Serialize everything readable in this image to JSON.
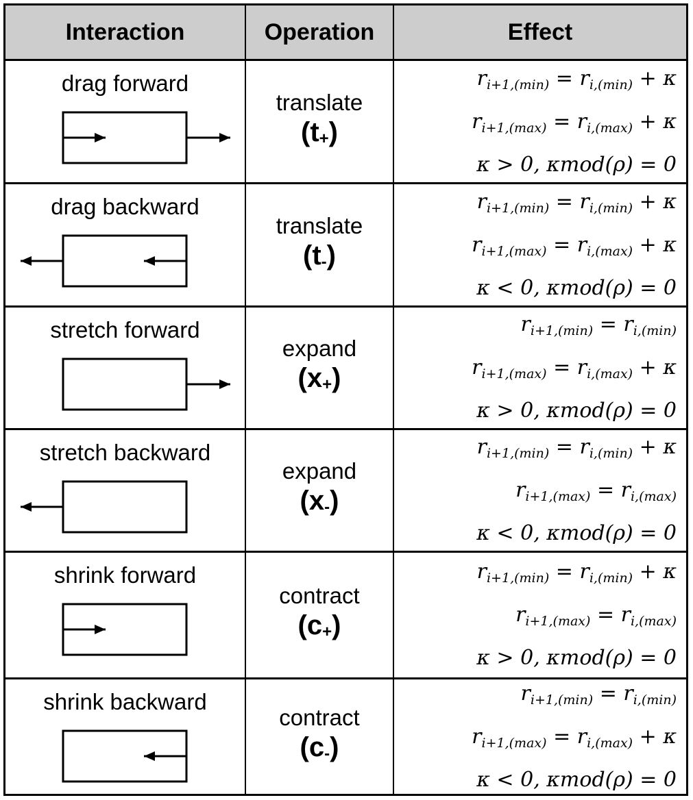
{
  "header": {
    "interaction": "Interaction",
    "operation": "Operation",
    "effect": "Effect"
  },
  "rows": [
    {
      "interaction": "drag forward",
      "shape": "arrow-inside-right-and-outside-right",
      "operation": {
        "name": "translate",
        "symbol": "(t",
        "sub": "+",
        "close": ")"
      },
      "effects": [
        "r_{i+1,(min)} = r_{i,(min)} + κ",
        "r_{i+1,(max)} = r_{i,(max)} + κ",
        "κ > 0, κmod(ρ) = 0"
      ]
    },
    {
      "interaction": "drag backward",
      "shape": "arrow-inside-left-and-outside-left",
      "operation": {
        "name": "translate",
        "symbol": "(t",
        "sub": "-",
        "close": ")"
      },
      "effects": [
        "r_{i+1,(min)} = r_{i,(min)} + κ",
        "r_{i+1,(max)} = r_{i,(max)} + κ",
        "κ < 0, κmod(ρ) = 0"
      ]
    },
    {
      "interaction": "stretch forward",
      "shape": "arrow-outside-right",
      "operation": {
        "name": "expand",
        "symbol": "(x",
        "sub": "+",
        "close": ")"
      },
      "effects": [
        "r_{i+1,(min)} = r_{i,(min)}",
        "r_{i+1,(max)} = r_{i,(max)} + κ",
        "κ > 0, κmod(ρ) = 0"
      ]
    },
    {
      "interaction": "stretch backward",
      "shape": "arrow-outside-left",
      "operation": {
        "name": "expand",
        "symbol": "(x",
        "sub": "-",
        "close": ")"
      },
      "effects": [
        "r_{i+1,(min)} = r_{i,(min)} + κ",
        "r_{i+1,(max)} = r_{i,(max)}",
        "κ < 0, κmod(ρ) = 0"
      ]
    },
    {
      "interaction": "shrink forward",
      "shape": "arrow-inside-right",
      "operation": {
        "name": "contract",
        "symbol": "(c",
        "sub": "+",
        "close": ")"
      },
      "effects": [
        "r_{i+1,(min)} = r_{i,(min)} + κ",
        "r_{i+1,(max)} = r_{i,(max)}",
        "κ > 0, κmod(ρ) = 0"
      ]
    },
    {
      "interaction": "shrink backward",
      "shape": "arrow-inside-left",
      "operation": {
        "name": "contract",
        "symbol": "(c",
        "sub": "-",
        "close": ")"
      },
      "effects": [
        "r_{i+1,(min)} = r_{i,(min)}",
        "r_{i+1,(max)} = r_{i,(max)} + κ",
        "κ < 0, κmod(ρ) = 0"
      ]
    }
  ]
}
